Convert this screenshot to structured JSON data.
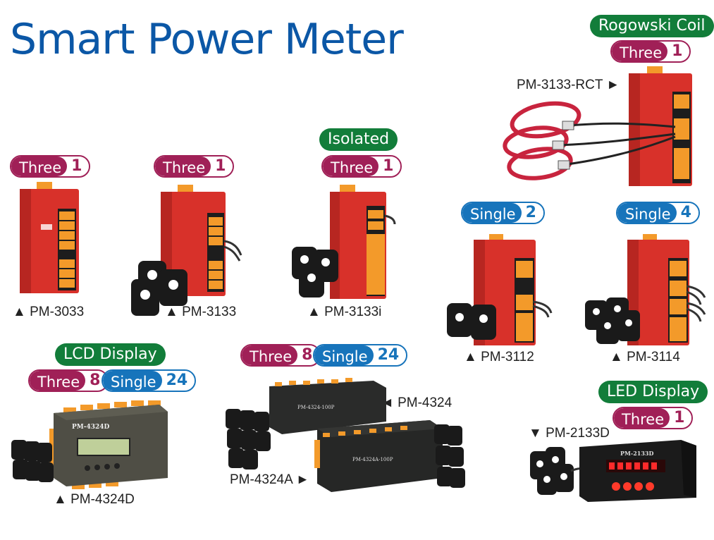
{
  "title": "Smart Power Meter",
  "badges": {
    "pm3033": {
      "word": "Three",
      "num": "1"
    },
    "pm3133": {
      "word": "Three",
      "num": "1"
    },
    "pm3133i_feature": "Isolated",
    "pm3133i": {
      "word": "Three",
      "num": "1"
    },
    "rct_feature": "Rogowski Coil",
    "rct": {
      "word": "Three",
      "num": "1"
    },
    "pm3112": {
      "word": "Single",
      "num": "2"
    },
    "pm3114": {
      "word": "Single",
      "num": "4"
    },
    "pm4324d_feature": "LCD Display",
    "pm4324d_three": {
      "word": "Three",
      "num": "8"
    },
    "pm4324d_single": {
      "word": "Single",
      "num": "24"
    },
    "pm4324_three": {
      "word": "Three",
      "num": "8"
    },
    "pm4324_single": {
      "word": "Single",
      "num": "24"
    },
    "pm2133d_feature": "LED Display",
    "pm2133d": {
      "word": "Three",
      "num": "1"
    }
  },
  "labels": {
    "pm3033": "▲ PM-3033",
    "pm3133": "▲ PM-3133",
    "pm3133i": "▲ PM-3133i",
    "pm3133rct": "PM-3133-RCT ►",
    "pm3112": "▲ PM-3112",
    "pm3114": "▲ PM-3114",
    "pm4324d": "▲ PM-4324D",
    "pm4324": "◄ PM-4324",
    "pm4324a": "PM-4324A ►",
    "pm2133d": "▼ PM-2133D"
  },
  "device_text": {
    "pm4324d": "PM-4324D",
    "pm4324": "PM-4324-100P",
    "pm4324a": "PM-4324A-100P",
    "pm2133d": "PM-2133D"
  },
  "colors": {
    "title": "#0b57a6",
    "three": "#a02057",
    "single": "#1774bb",
    "feature": "#127d3a",
    "device_red": "#d8312a",
    "terminal_orange": "#f39a2a"
  }
}
